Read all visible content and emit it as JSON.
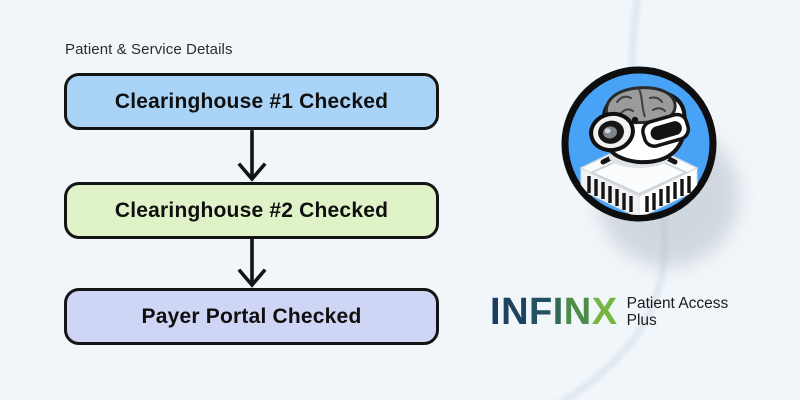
{
  "title": "Patient & Service Details",
  "flowchart": {
    "steps": [
      {
        "label": "Clearinghouse #1 Checked",
        "fill": "#a9d4f8"
      },
      {
        "label": "Clearinghouse #2 Checked",
        "fill": "#dff2c8"
      },
      {
        "label": "Payer Portal Checked",
        "fill": "#cfd5f4"
      }
    ],
    "outline_color": "#141414",
    "arrow_color": "#141414"
  },
  "branding": {
    "icon": {
      "name": "ai-robot-on-chip",
      "badge_color": "#48a2f6",
      "ring_color": "#0e0e0e"
    },
    "logo": {
      "word": "INFINX",
      "letters": [
        {
          "ch": "I",
          "color": "#1e3c60"
        },
        {
          "ch": "N",
          "color": "#1f4261"
        },
        {
          "ch": "F",
          "color": "#24515f"
        },
        {
          "ch": "I",
          "color": "#346b55"
        },
        {
          "ch": "N",
          "color": "#4f8c4a"
        },
        {
          "ch": "X",
          "color": "#74b63f"
        }
      ],
      "product_line1": "Patient Access",
      "product_line2": "Plus"
    }
  }
}
